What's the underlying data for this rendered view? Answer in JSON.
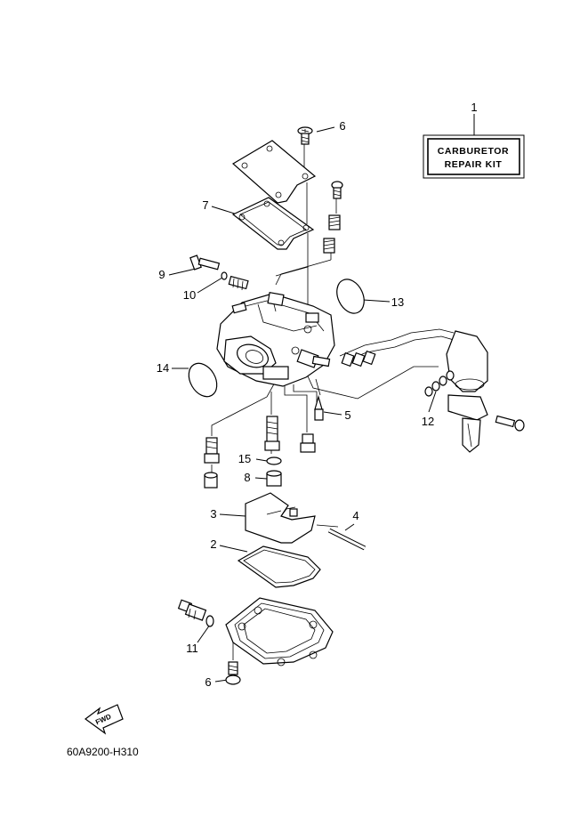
{
  "kit_box": {
    "line1": "CARBURETOR",
    "line2": "REPAIR  KIT"
  },
  "drawing_code": "60A9200-H310",
  "fwd_label": "FWD",
  "callouts": {
    "c1": "1",
    "c2": "2",
    "c3": "3",
    "c4": "4",
    "c5": "5",
    "c6_top": "6",
    "c6_bottom": "6",
    "c7": "7",
    "c8": "8",
    "c9": "9",
    "c10": "10",
    "c11": "11",
    "c12": "12",
    "c13": "13",
    "c14": "14",
    "c15": "15"
  }
}
